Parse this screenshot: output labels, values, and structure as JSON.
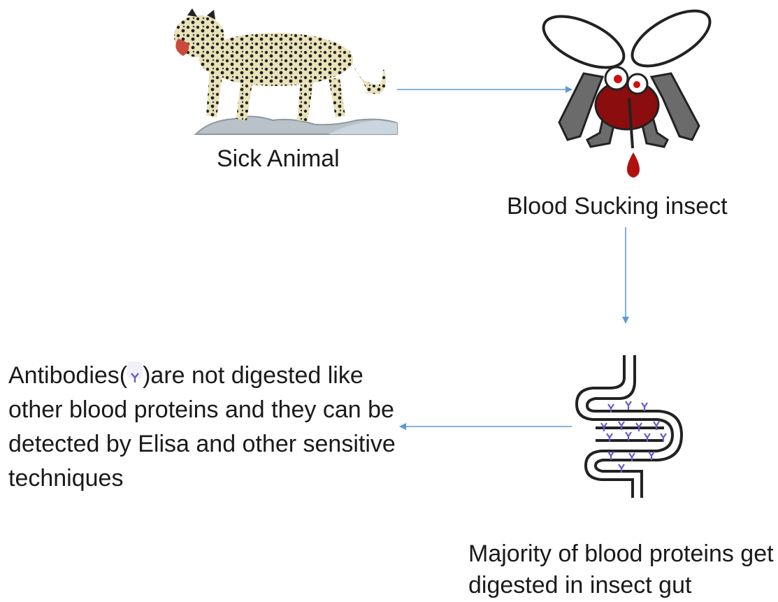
{
  "nodes": {
    "sick_animal": {
      "label": "Sick Animal",
      "icon": "leopard-icon"
    },
    "insect": {
      "label": "Blood Sucking insect",
      "icon": "mosquito-icon"
    },
    "gut": {
      "label": "Majority of blood proteins get digested in insect gut",
      "icon": "intestine-icon"
    },
    "antibodies": {
      "label_pre": "Antibodies(",
      "label_post": ")are not digested like other blood proteins and they can be detected by Elisa and other sensitive techniques",
      "icon": "antibody-icon"
    }
  },
  "colors": {
    "arrow": "#5b9bd5",
    "antibody": "#6a5acd",
    "blood": "#b01010",
    "gut_outline": "#222222"
  }
}
